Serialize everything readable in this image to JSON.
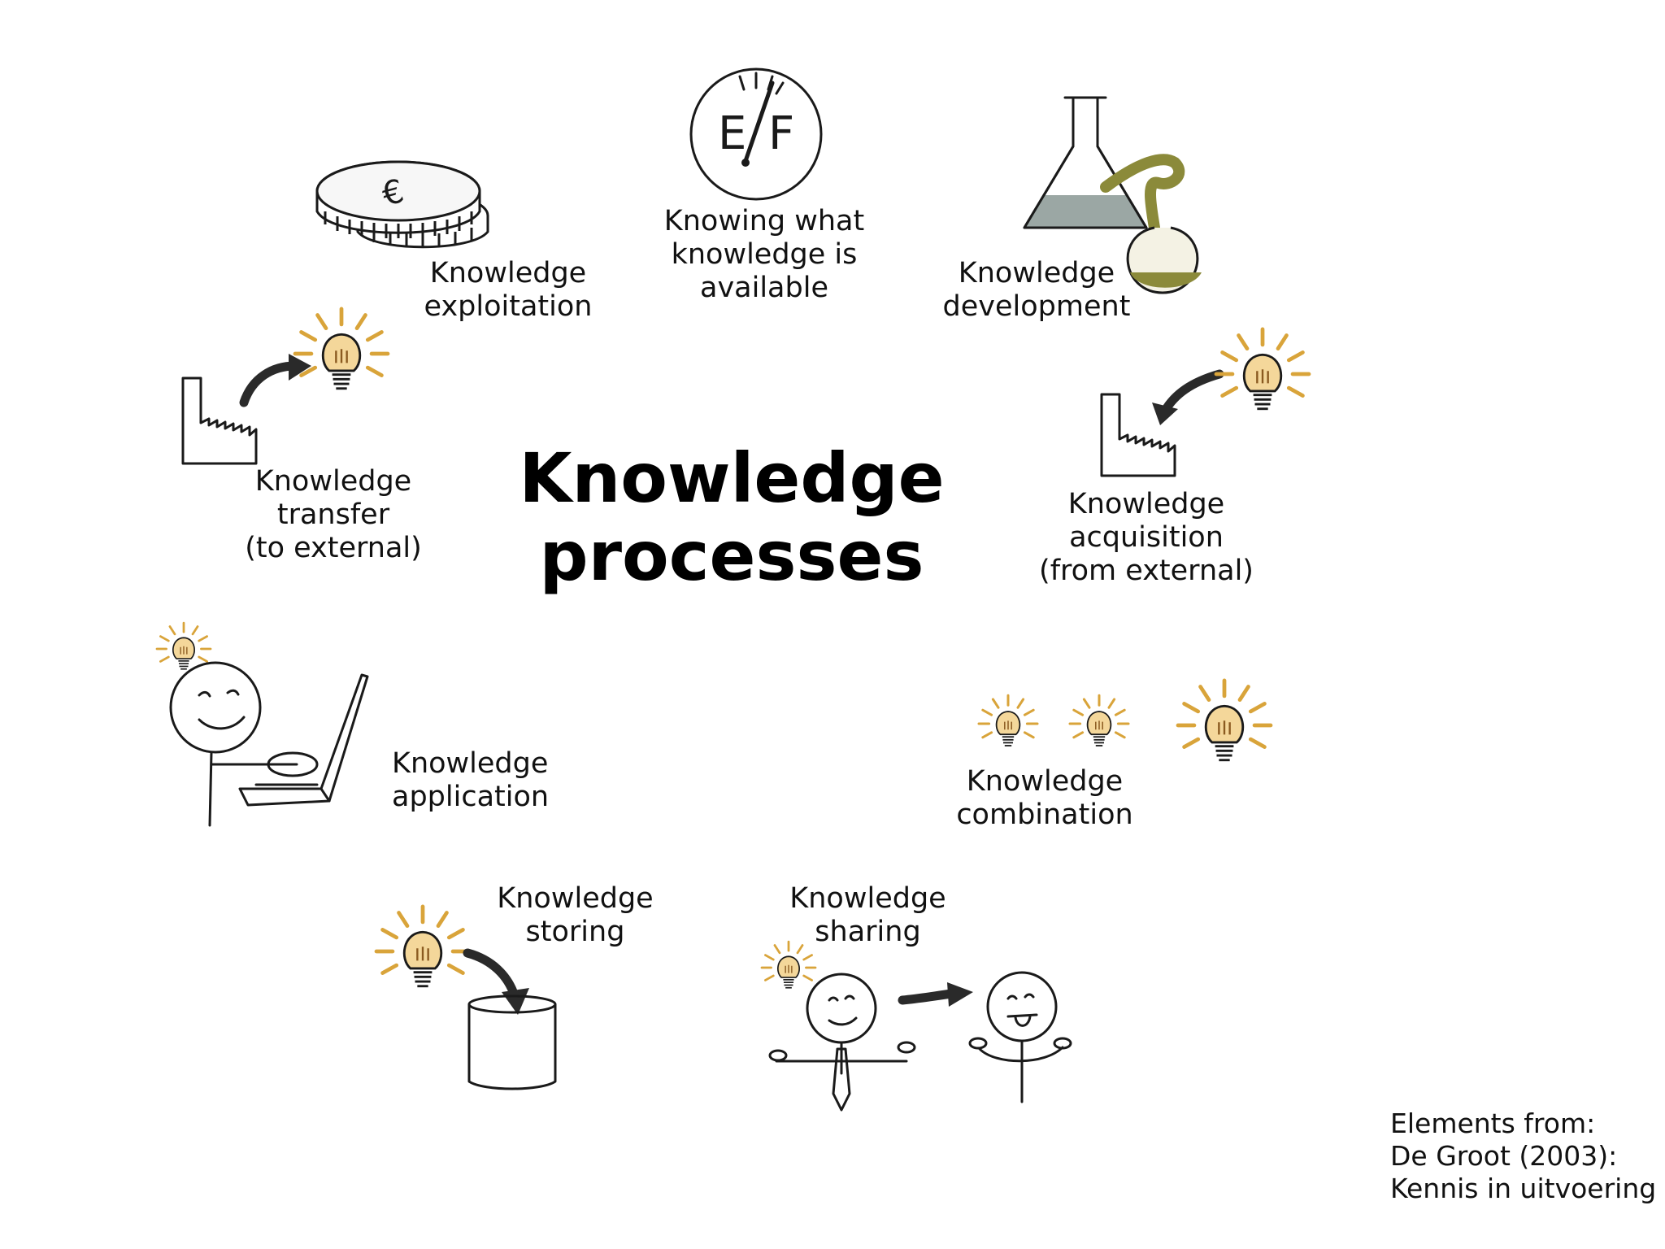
{
  "title": {
    "line1": "Knowledge",
    "line2": "processes"
  },
  "processes": {
    "available": {
      "line1": "Knowing what",
      "line2": "knowledge is",
      "line3": "available",
      "icon": "fuel-gauge-icon",
      "gauge_left": "E",
      "gauge_right": "F"
    },
    "exploitation": {
      "line1": "Knowledge",
      "line2": "exploitation",
      "icon": "coins-icon",
      "coin_symbol": "€"
    },
    "development": {
      "line1": "Knowledge",
      "line2": "development",
      "icon": "lab-flask-icon"
    },
    "transfer": {
      "line1": "Knowledge",
      "line2": "transfer",
      "line3": "(to external)",
      "icon": "factory-lightbulb-icon"
    },
    "acquisition": {
      "line1": "Knowledge",
      "line2": "acquisition",
      "line3": "(from external)",
      "icon": "lightbulb-factory-icon"
    },
    "application": {
      "line1": "Knowledge",
      "line2": "application",
      "icon": "person-laptop-icon"
    },
    "combination": {
      "line1": "Knowledge",
      "line2": "combination",
      "icon": "lightbulbs-icon"
    },
    "storing": {
      "line1": "Knowledge",
      "line2": "storing",
      "icon": "lightbulb-container-icon"
    },
    "sharing": {
      "line1": "Knowledge",
      "line2": "sharing",
      "icon": "people-sharing-icon"
    }
  },
  "credit": {
    "line1": "Elements from:",
    "line2": "De Groot (2003):",
    "line3": "Kennis in uitvoering"
  },
  "colors": {
    "bulb": "#d9a43a",
    "ink": "#1a1a1a",
    "liquid": "#7a8a86",
    "olive": "#8b8a3a"
  }
}
